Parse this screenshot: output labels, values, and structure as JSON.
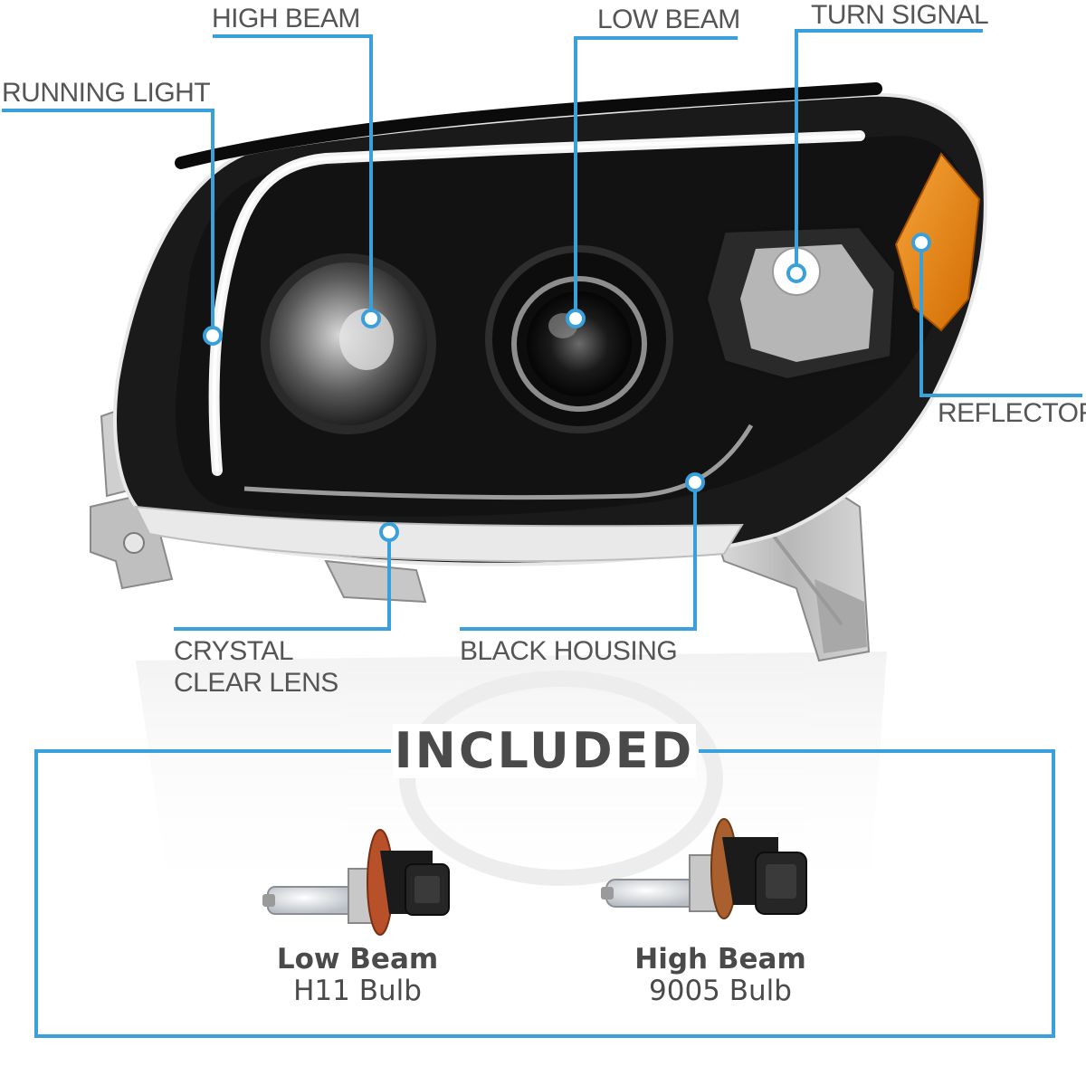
{
  "callouts": {
    "high_beam": "HIGH BEAM",
    "low_beam": "LOW BEAM",
    "turn_signal": "TURN SIGNAL",
    "running_light": "RUNNING LIGHT",
    "reflector": "REFLECTOR",
    "crystal_line1": "CRYSTAL",
    "crystal_line2": "CLEAR LENS",
    "black_housing": "BLACK HOUSING"
  },
  "included": {
    "title": "INCLUDED",
    "bulbs": [
      {
        "name": "Low Beam",
        "type": "H11 Bulb",
        "icon": "h11-bulb-icon"
      },
      {
        "name": "High Beam",
        "type": "9005 Bulb",
        "icon": "9005-bulb-icon"
      }
    ]
  },
  "colors": {
    "callout_line": "#3aa0dc",
    "housing": "#111111",
    "amber": "#f08a1c",
    "text": "#555555"
  }
}
